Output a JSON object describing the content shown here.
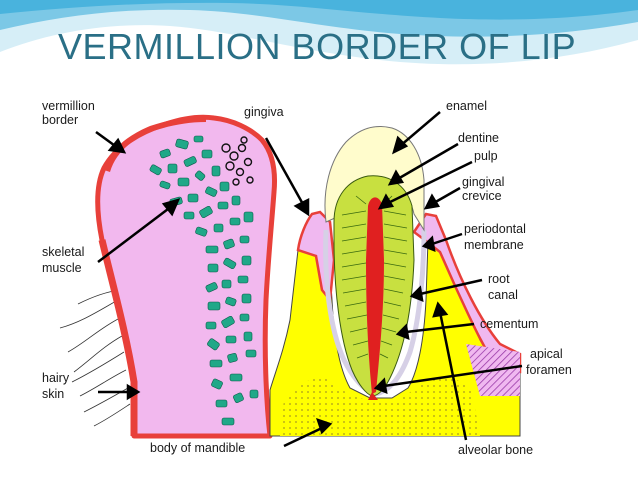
{
  "title": "VERMILLION BORDER OF LIP",
  "labels": {
    "vermillion_line1": "vermillion",
    "vermillion_line2": "border",
    "gingiva": "gingiva",
    "enamel": "enamel",
    "dentine": "dentine",
    "pulp": "pulp",
    "gingival_line1": "gingival",
    "gingival_line2": "crevice",
    "periodontal_line1": "periodontal",
    "periodontal_line2": "membrane",
    "skeletal_line1": "skeletal",
    "skeletal_line2": "muscle",
    "root_line1": "root",
    "root_line2": "canal",
    "cementum": "cementum",
    "apical_line1": "apical",
    "apical_line2": "foramen",
    "hairy_line1": "hairy",
    "hairy_line2": "skin",
    "body_of_mandible": "body of mandible",
    "alveolar_bone": "alveolar bone"
  },
  "colors": {
    "title": "#2a6f86",
    "lip_tissue": "#f2b8ee",
    "vermillion": "#e8403a",
    "muscle": "#20a888",
    "bone": "#ffff00",
    "pulp": "#e02020",
    "dentine": "#c8e040",
    "enamel": "#fffccc",
    "gingiva": "#f0b8f0"
  }
}
